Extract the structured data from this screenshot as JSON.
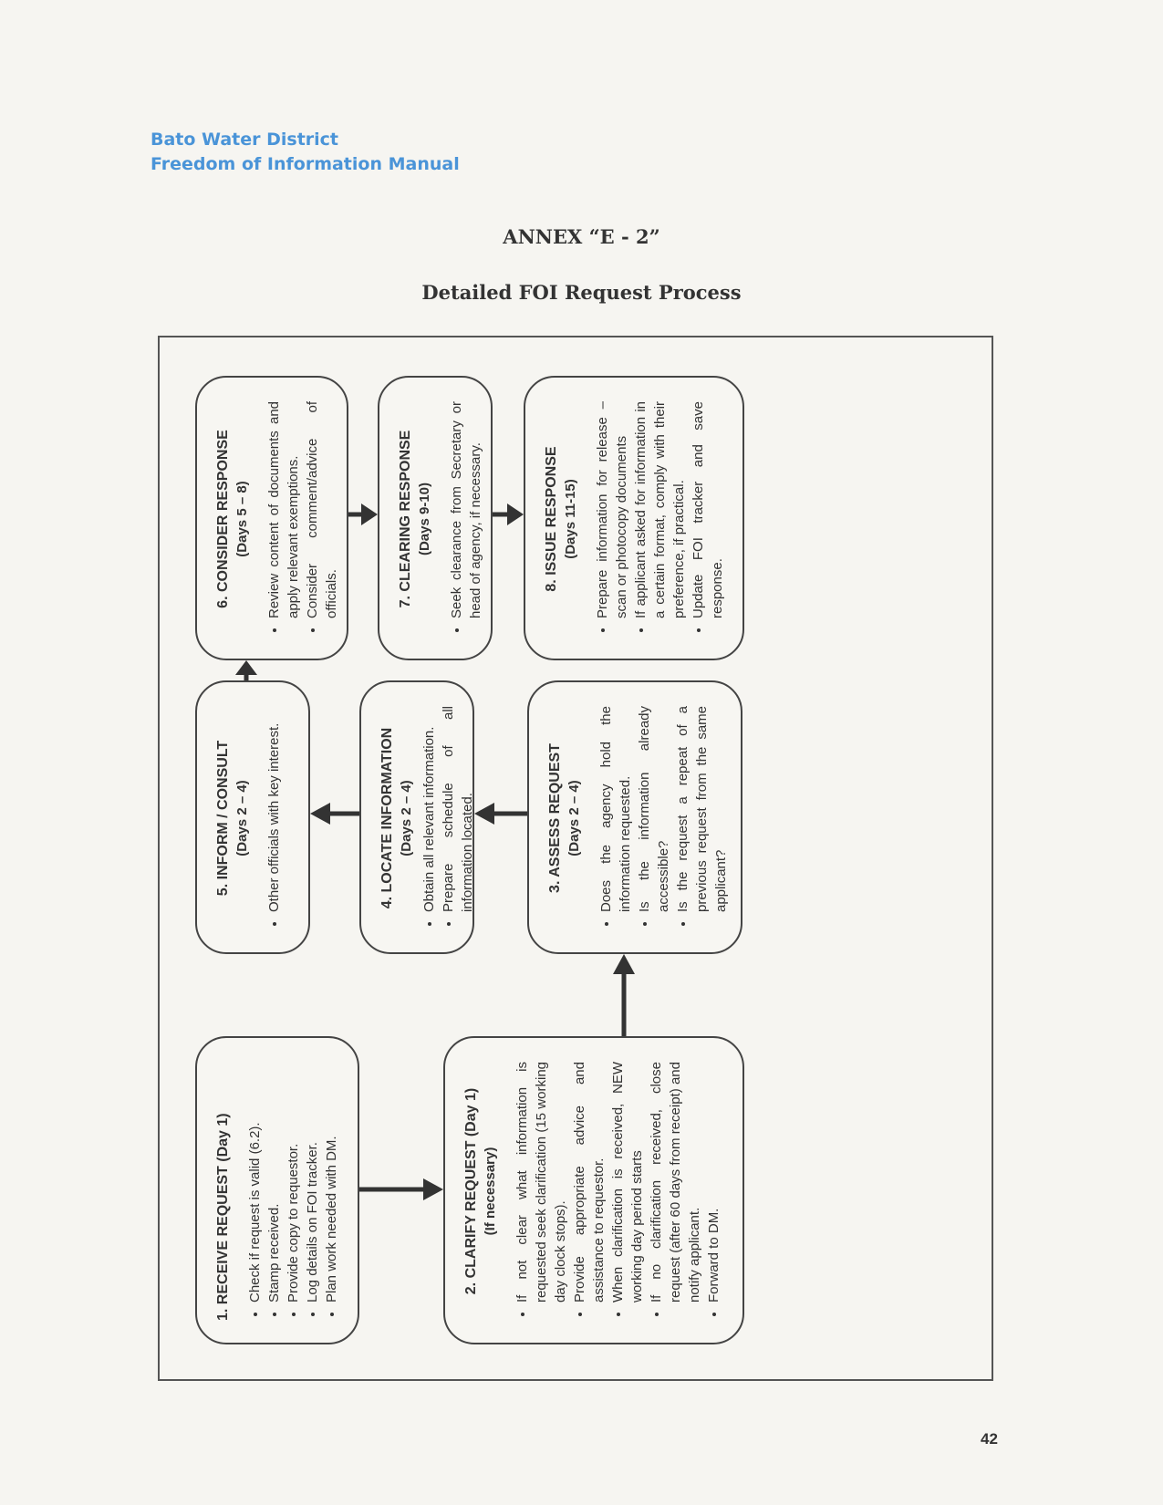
{
  "header": {
    "org_line1": "Bato Water District",
    "org_line2": "Freedom of Information Manual"
  },
  "annex_title": "ANNEX “E - 2”",
  "subtitle": "Detailed FOI Request Process",
  "page_number": "42",
  "steps": {
    "s1": {
      "title": "1.  RECEIVE REQUEST (Day 1)",
      "bullets": [
        "Check if request is valid (6.2).",
        "Stamp received.",
        "Provide copy to requestor.",
        "Log details on FOI tracker.",
        "Plan work needed with DM."
      ]
    },
    "s2": {
      "title": "2. CLARIFY REQUEST (Day 1)",
      "days": "(If necessary)",
      "bullets": [
        "If not clear what information is requested seek clarification (15 working day clock stops).",
        "Provide appropriate advice and assistance to requestor.",
        "When clarification is received, NEW working day period starts",
        "If no clarification received, close request (after 60 days from receipt) and notify applicant.",
        "Forward to DM."
      ]
    },
    "s3": {
      "title": "3.  ASSESS REQUEST",
      "days": "(Days 2 – 4)",
      "bullets": [
        "Does the agency hold the information requested.",
        "Is the information already accessible?",
        "Is the request a repeat of a previous request from the same applicant?"
      ]
    },
    "s4": {
      "title": "4.  LOCATE INFORMATION",
      "days": "(Days 2 – 4)",
      "bullets": [
        "Obtain all relevant information.",
        "Prepare schedule of all information located."
      ]
    },
    "s5": {
      "title": "5.  INFORM / CONSULT",
      "days": "(Days 2 – 4)",
      "bullets": [
        "Other officials with key interest."
      ]
    },
    "s6": {
      "title": "6.  CONSIDER RESPONSE",
      "days": "(Days 5 – 8)",
      "bullets": [
        "Review content of documents and apply relevant exemptions.",
        "Consider comment/advice of officials."
      ]
    },
    "s7": {
      "title": "7.  CLEARING RESPONSE",
      "days": "(Days 9-10)",
      "bullets": [
        "Seek clearance from Secretary or head of agency, if necessary."
      ]
    },
    "s8": {
      "title": "8.  ISSUE RESPONSE",
      "days": "(Days 11-15)",
      "bullets": [
        "Prepare information for release – scan or photocopy documents",
        "If applicant asked for information in a certain format, comply with their preference, if practical.",
        "Update FOI tracker and save response."
      ]
    }
  }
}
